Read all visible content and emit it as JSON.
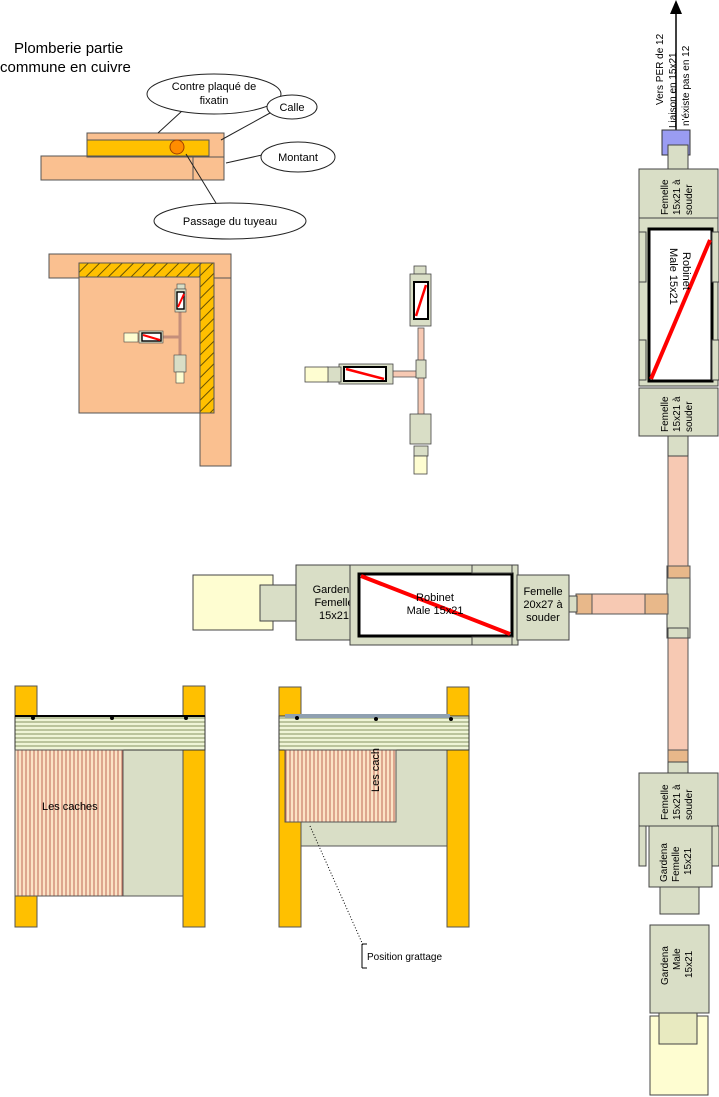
{
  "title_line1": "Plomberie partie",
  "title_line2": "commune en cuivre",
  "callouts": {
    "contre_plaque_line1": "Contre plaqué de",
    "contre_plaque_line2": "fixatin",
    "calle": "Calle",
    "montant": "Montant",
    "passage": "Passage du tuyeau"
  },
  "vertical_chain": {
    "per_line1": "Vers PER de 12",
    "per_line2": "Liaison en 15x21",
    "per_line3": "n'éxiste pas en 12",
    "femelle_top_line1": "Femelle",
    "femelle_top_line2": "15x21 à",
    "femelle_top_line3": "souder",
    "robinet_line1": "Robinet",
    "robinet_line2": "Male 15x21",
    "femelle_mid_line1": "Femelle",
    "femelle_mid_line2": "15x21 à",
    "femelle_mid_line3": "souder",
    "femelle_low_line1": "Femelle",
    "femelle_low_line2": "15x21 à",
    "femelle_low_line3": "souder",
    "gardena_f_line1": "Gardena",
    "gardena_f_line2": "Femelle",
    "gardena_f_line3": "15x21",
    "gardena_m_line1": "Gardena",
    "gardena_m_line2": "Male",
    "gardena_m_line3": "15x21"
  },
  "horizontal_chain": {
    "gardena_line1": "Gardena",
    "gardena_line2": "Femelle",
    "gardena_line3": "15x21",
    "robinet_line1": "Robinet",
    "robinet_line2": "Male 15x21",
    "femelle_line1": "Femelle",
    "femelle_line2": "20x27 à",
    "femelle_line3": "souder"
  },
  "frames": {
    "left_caches": "Les caches",
    "right_caches": "Les cach",
    "position_grattage": "Position grattage"
  },
  "colors": {
    "wood": "#fac090",
    "yellow": "#ffc000",
    "fitting": "#d9dec6",
    "pipe": "#f7c9b3",
    "red": "#ff0000",
    "stripe": "#c4b59b",
    "hose": "#fefdd1",
    "connector": "#9a9cf2"
  }
}
